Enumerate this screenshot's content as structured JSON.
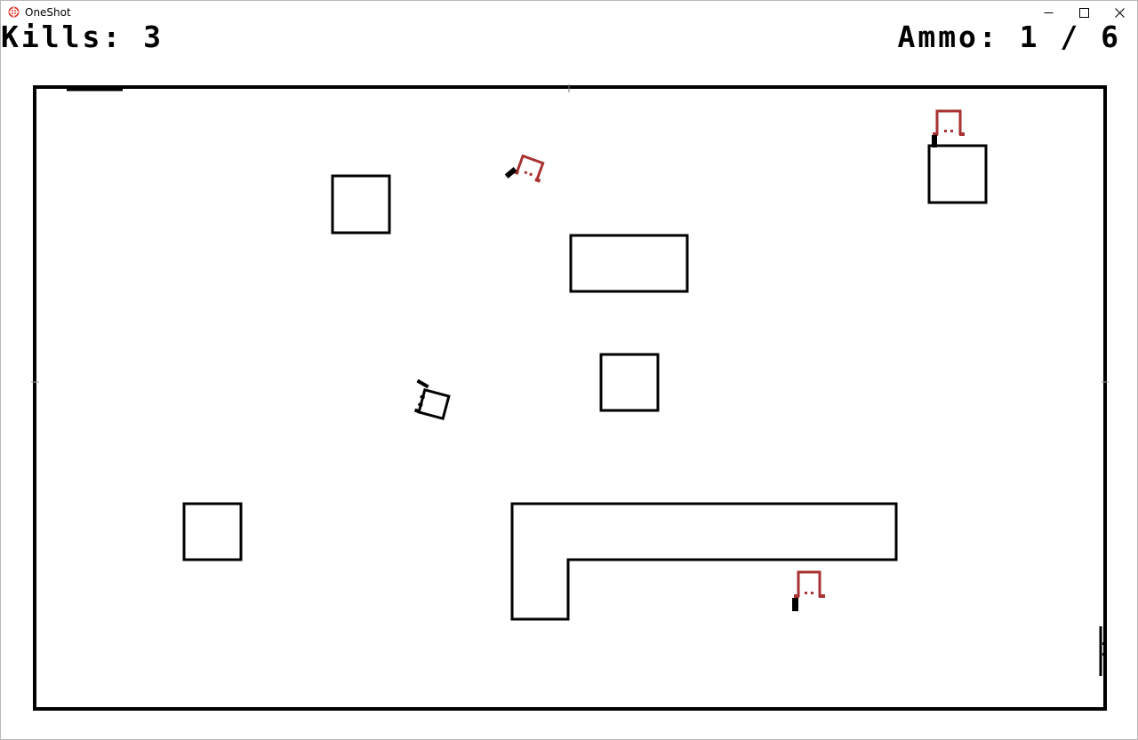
{
  "window": {
    "title": "OneShot",
    "app_icon": "crosshair-icon",
    "controls": {
      "minimize_icon": "minimize-icon",
      "maximize_icon": "maximize-icon",
      "close_icon": "close-icon"
    }
  },
  "hud": {
    "kills_text": "Kills: 3",
    "ammo_text": "Ammo: 1 / 6"
  },
  "colors": {
    "wall": "#000000",
    "enemy": "#a83232",
    "player": "#000000",
    "background": "#ffffff"
  },
  "scene": {
    "player_icon": "player-tank-icon",
    "enemy_icon": "enemy-tank-icon",
    "enemy_count": 3
  }
}
